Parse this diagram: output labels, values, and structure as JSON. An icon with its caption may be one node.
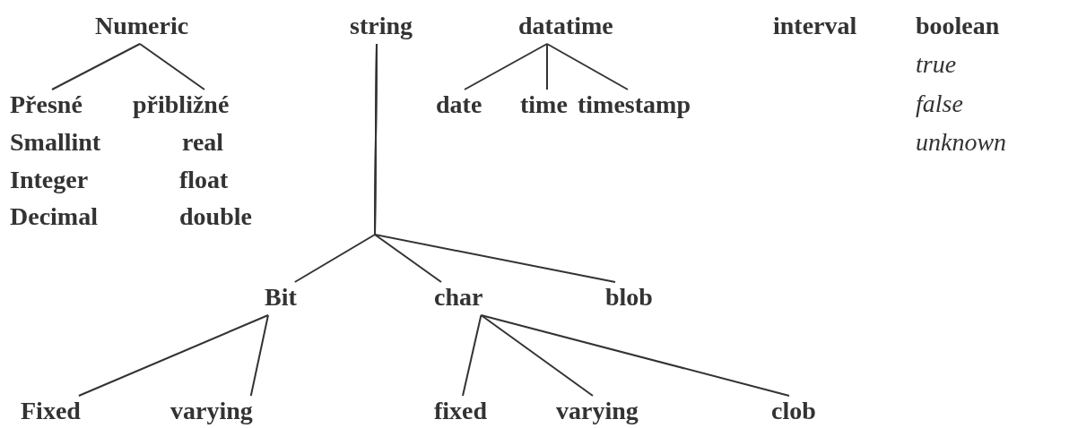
{
  "diagram": {
    "nodes": [
      {
        "text": [
          "Numeric"
        ]
      },
      {
        "text": [
          "string"
        ]
      },
      {
        "text": [
          "datatime"
        ]
      },
      {
        "text": [
          "Přesné"
        ]
      },
      {
        "text": [
          "přibližné"
        ]
      },
      {
        "text": [
          "date"
        ]
      },
      {
        "text": [
          "time"
        ]
      },
      {
        "text": [
          "timestamp"
        ]
      },
      {
        "text": [
          "Bit"
        ]
      },
      {
        "text": [
          "char"
        ]
      },
      {
        "text": [
          "blob"
        ]
      },
      {
        "text": [
          "Fixed"
        ]
      },
      {
        "text": [
          "varying"
        ]
      },
      {
        "text": [
          "fixed"
        ]
      },
      {
        "text": [
          "varying"
        ]
      },
      {
        "text": [
          "clob"
        ]
      }
    ],
    "edges": [
      {
        "from": 0,
        "to": 3,
        "arrow": "none"
      },
      {
        "from": 0,
        "to": 4,
        "arrow": "none"
      },
      {
        "from": 2,
        "to": 5,
        "arrow": "none"
      },
      {
        "from": 2,
        "to": 6,
        "arrow": "none"
      },
      {
        "from": 2,
        "to": 7,
        "arrow": "none"
      },
      {
        "from": 1,
        "to": 8,
        "arrow": "none"
      },
      {
        "from": 1,
        "to": 9,
        "arrow": "none"
      },
      {
        "from": 1,
        "to": 10,
        "arrow": "none"
      },
      {
        "from": 8,
        "to": 11,
        "arrow": "none"
      },
      {
        "from": 8,
        "to": 12,
        "arrow": "none"
      },
      {
        "from": 9,
        "to": 13,
        "arrow": "none"
      },
      {
        "from": 9,
        "to": 14,
        "arrow": "none"
      },
      {
        "from": 9,
        "to": 15,
        "arrow": "none"
      }
    ],
    "labels": [
      "interval",
      "boolean",
      "true",
      "false",
      "Smallint",
      "real",
      "unknown",
      "Integer",
      "float",
      "Decimal",
      "double"
    ]
  }
}
